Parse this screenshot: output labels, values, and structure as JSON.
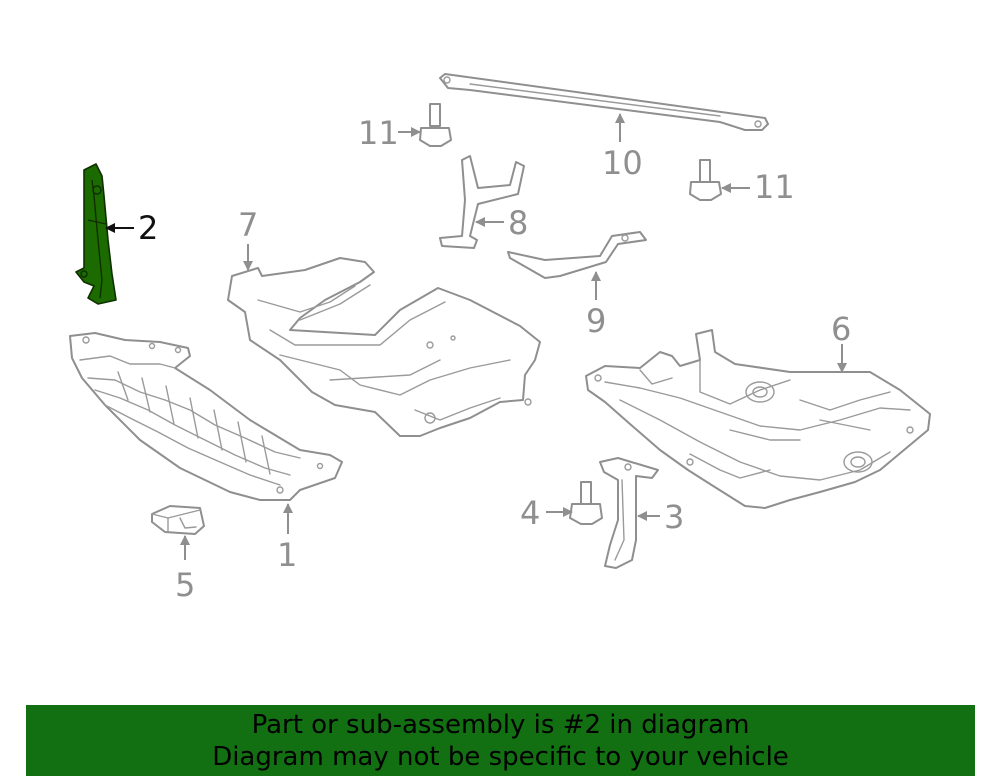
{
  "diagram": {
    "callouts": [
      "1",
      "2",
      "3",
      "4",
      "5",
      "6",
      "7",
      "8",
      "9",
      "10",
      "11",
      "11"
    ],
    "highlighted_callout": "2",
    "highlight_color": "#1b6b00",
    "line_color": "#8f8f8f"
  },
  "banner": {
    "line1": "Part or sub-assembly is #2 in diagram",
    "line2": "Diagram may not be specific to your vehicle",
    "background": "#127012"
  }
}
